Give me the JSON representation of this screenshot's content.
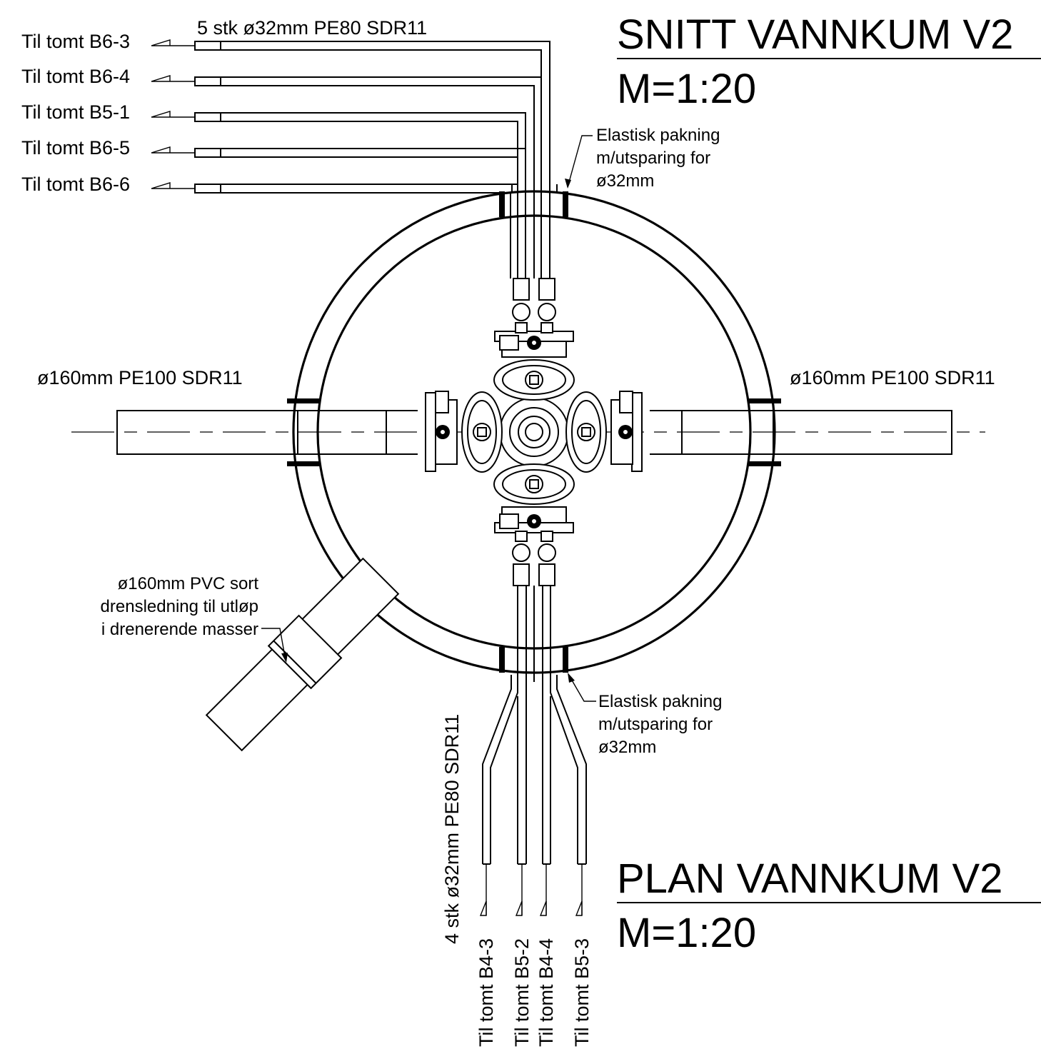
{
  "titles": {
    "section_title": "SNITT VANNKUM V2",
    "section_scale": "M=1:20",
    "plan_title": "PLAN VANNKUM V2",
    "plan_scale": "M=1:20"
  },
  "top_pipes": {
    "spec": "5 stk ø32mm PE80 SDR11",
    "destinations": [
      "Til tomt B6-3",
      "Til tomt B6-4",
      "Til tomt B5-1",
      "Til tomt B6-5",
      "Til tomt B6-6"
    ]
  },
  "bottom_pipes": {
    "spec": "4 stk ø32mm PE80 SDR11",
    "destinations": [
      "Til tomt B4-3",
      "Til tomt B5-2",
      "Til tomt B4-4",
      "Til tomt B5-3"
    ]
  },
  "main_pipe": {
    "left_label": "ø160mm PE100 SDR11",
    "right_label": "ø160mm PE100 SDR11"
  },
  "drain": {
    "lines": [
      "ø160mm PVC sort",
      "drensledning til utløp",
      "i drenerende masser"
    ]
  },
  "gasket_top": {
    "lines": [
      "Elastisk pakning",
      "m/utsparing for",
      "ø32mm"
    ]
  },
  "gasket_bottom": {
    "lines": [
      "Elastisk pakning",
      "m/utsparing for",
      "ø32mm"
    ]
  }
}
